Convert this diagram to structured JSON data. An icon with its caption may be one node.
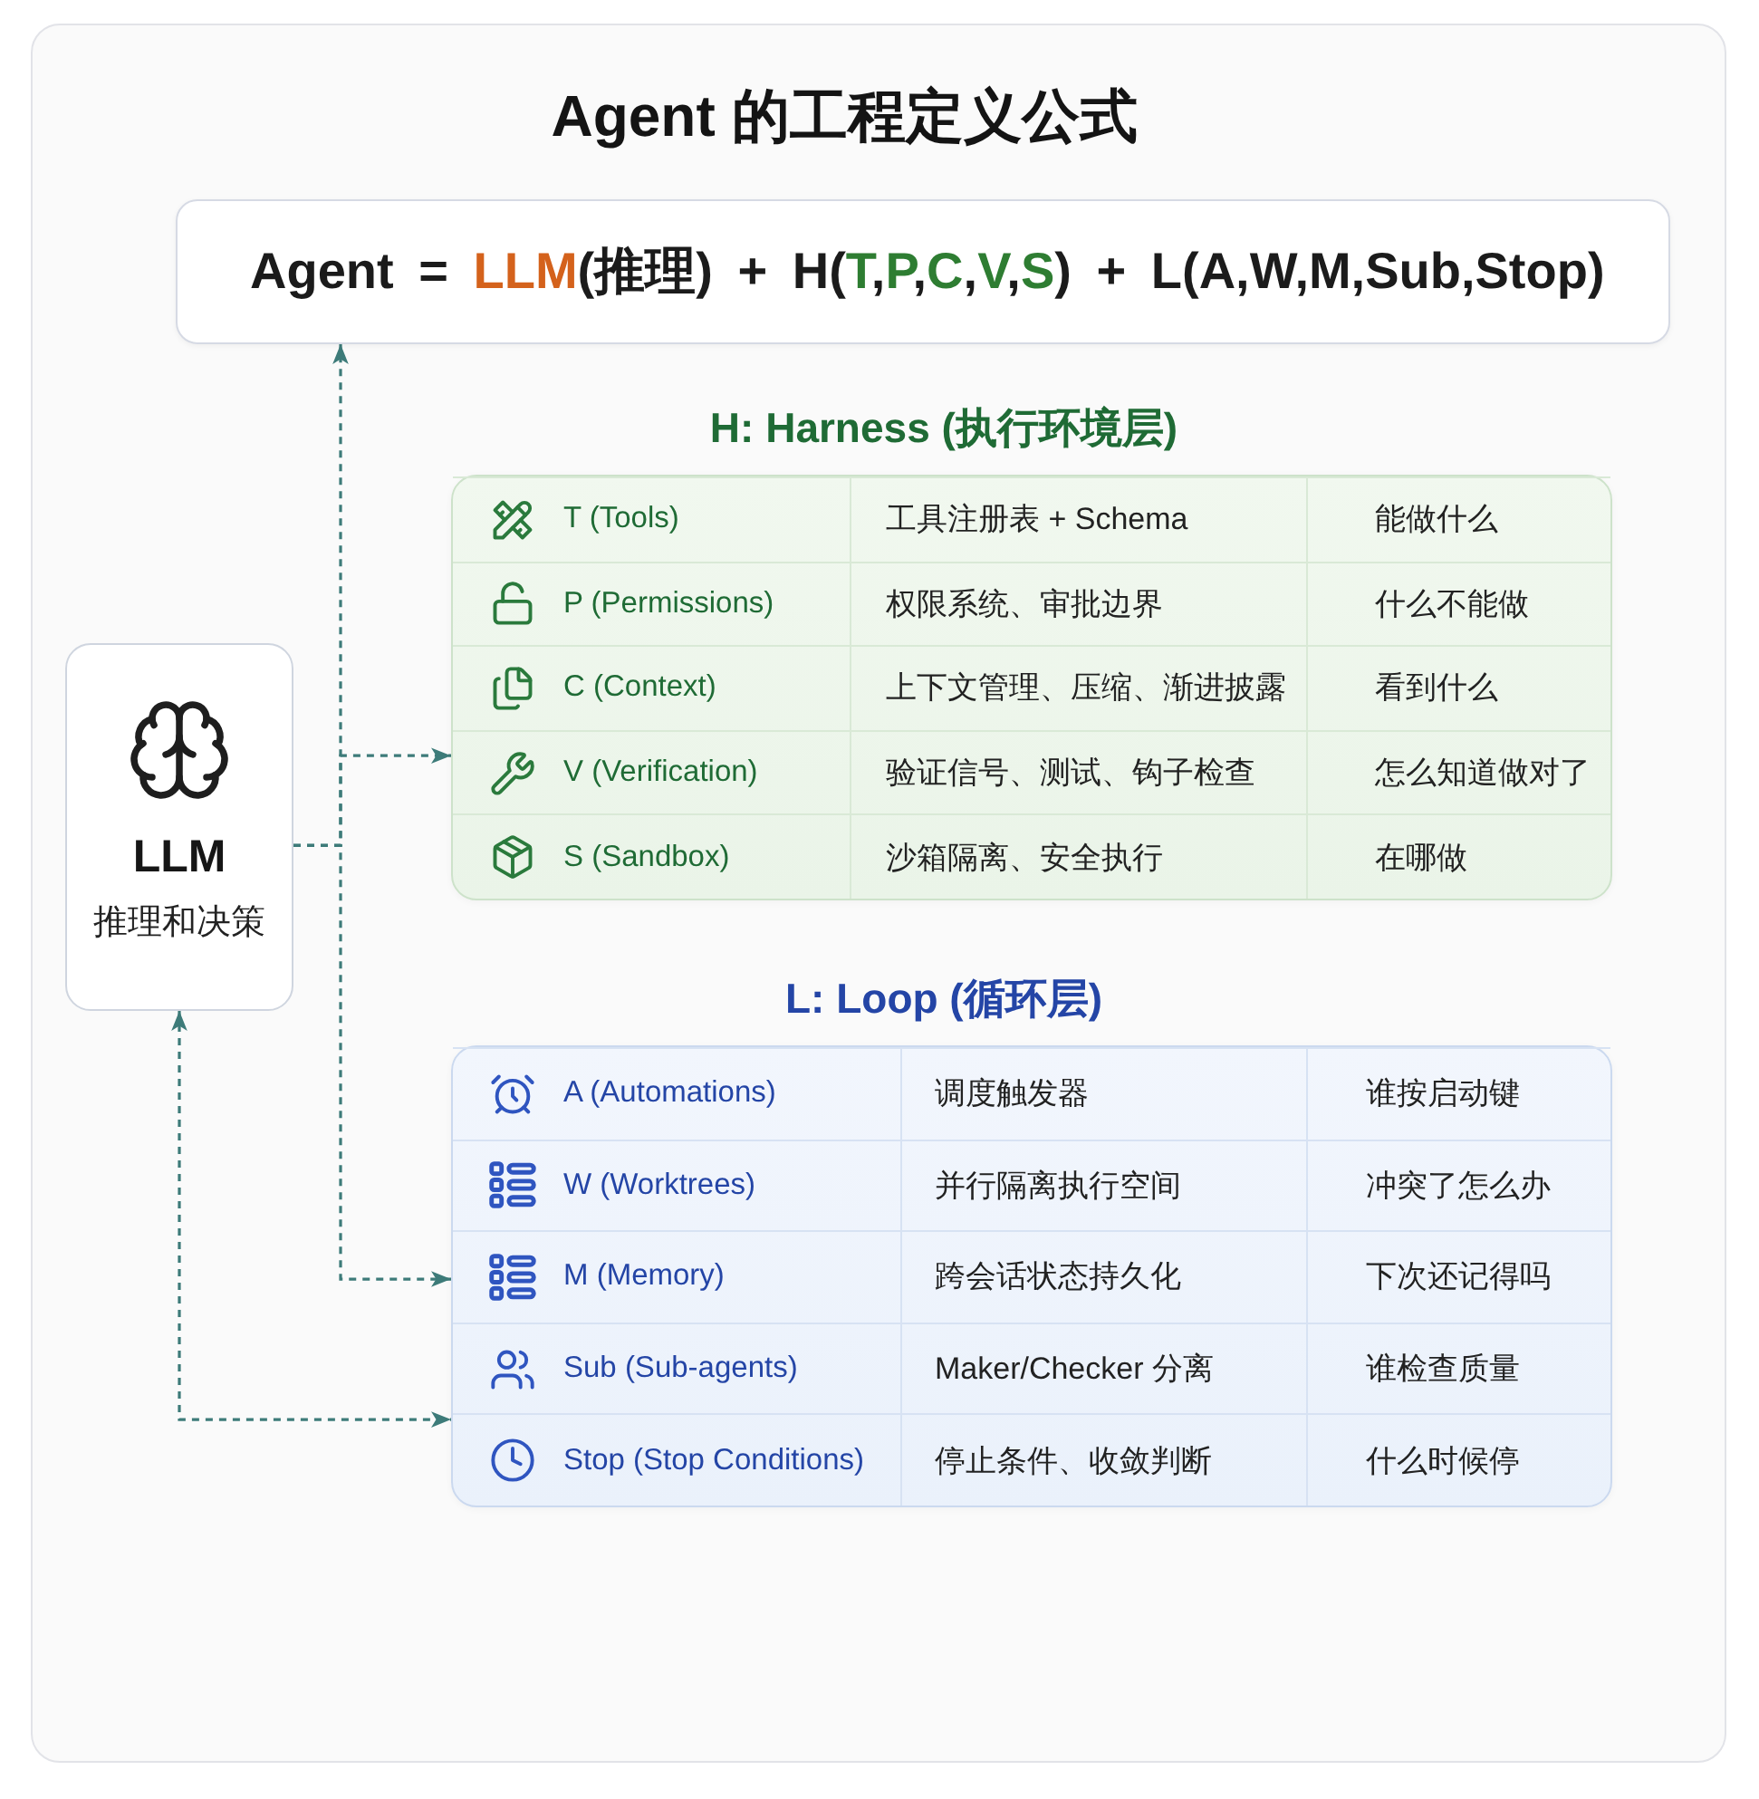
{
  "diagram": {
    "title": "Agent 的工程定义公式",
    "nodes": [
      {
        "text": [
          "Agent = LLM(推理) + H(T,P,C,V,S) + L(A,W,M,Sub,Stop)"
        ]
      },
      {
        "text": [
          "LLM",
          "推理和决策"
        ]
      },
      {
        "text": [
          "H: Harness (执行环境层)"
        ]
      },
      {
        "text": [
          "T (Tools)",
          "工具注册表 + Schema",
          "能做什么"
        ],
        "in": 2
      },
      {
        "text": [
          "P (Permissions)",
          "权限系统、审批边界",
          "什么不能做"
        ],
        "in": 2
      },
      {
        "text": [
          "C (Context)",
          "上下文管理、压缩、渐进披露",
          "看到什么"
        ],
        "in": 2
      },
      {
        "text": [
          "V (Verification)",
          "验证信号、测试、钩子检查",
          "怎么知道做对了"
        ],
        "in": 2
      },
      {
        "text": [
          "S (Sandbox)",
          "沙箱隔离、安全执行",
          "在哪做"
        ],
        "in": 2
      },
      {
        "text": [
          "L: Loop (循环层)"
        ]
      },
      {
        "text": [
          "A (Automations)",
          "调度触发器",
          "谁按启动键"
        ],
        "in": 8
      },
      {
        "text": [
          "W (Worktrees)",
          "并行隔离执行空间",
          "冲突了怎么办"
        ],
        "in": 8
      },
      {
        "text": [
          "M (Memory)",
          "跨会话状态持久化",
          "下次还记得吗"
        ],
        "in": 8
      },
      {
        "text": [
          "Sub (Sub-agents)",
          "Maker/Checker 分离",
          "谁检查质量"
        ],
        "in": 8
      },
      {
        "text": [
          "Stop (Stop Conditions)",
          "停止条件、收敛判断",
          "什么时候停"
        ],
        "in": 8
      }
    ],
    "edges": [
      {
        "from": 1,
        "to": 0,
        "arrow": "to",
        "style": "dashed"
      },
      {
        "from": 1,
        "to": 2,
        "arrow": "to",
        "style": "dashed"
      },
      {
        "from": 1,
        "to": 8,
        "arrow": "to",
        "style": "dashed"
      },
      {
        "from": 1,
        "to": 8,
        "arrow": "both",
        "style": "dashed"
      }
    ]
  }
}
